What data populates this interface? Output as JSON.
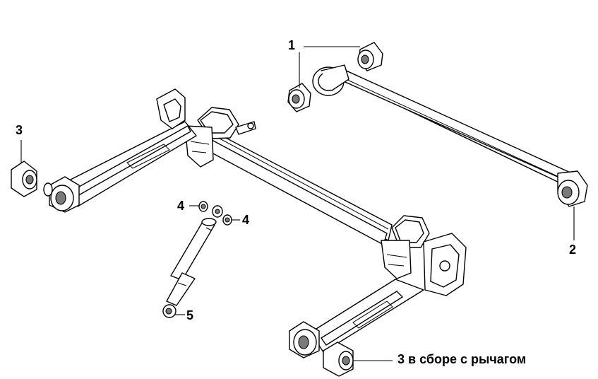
{
  "callouts": {
    "c1": "1",
    "c2": "2",
    "c3_left": "3",
    "c4_left": "4",
    "c4_right": "4",
    "c5": "5",
    "c3_bottom": "3 в сборе с рычагом"
  }
}
